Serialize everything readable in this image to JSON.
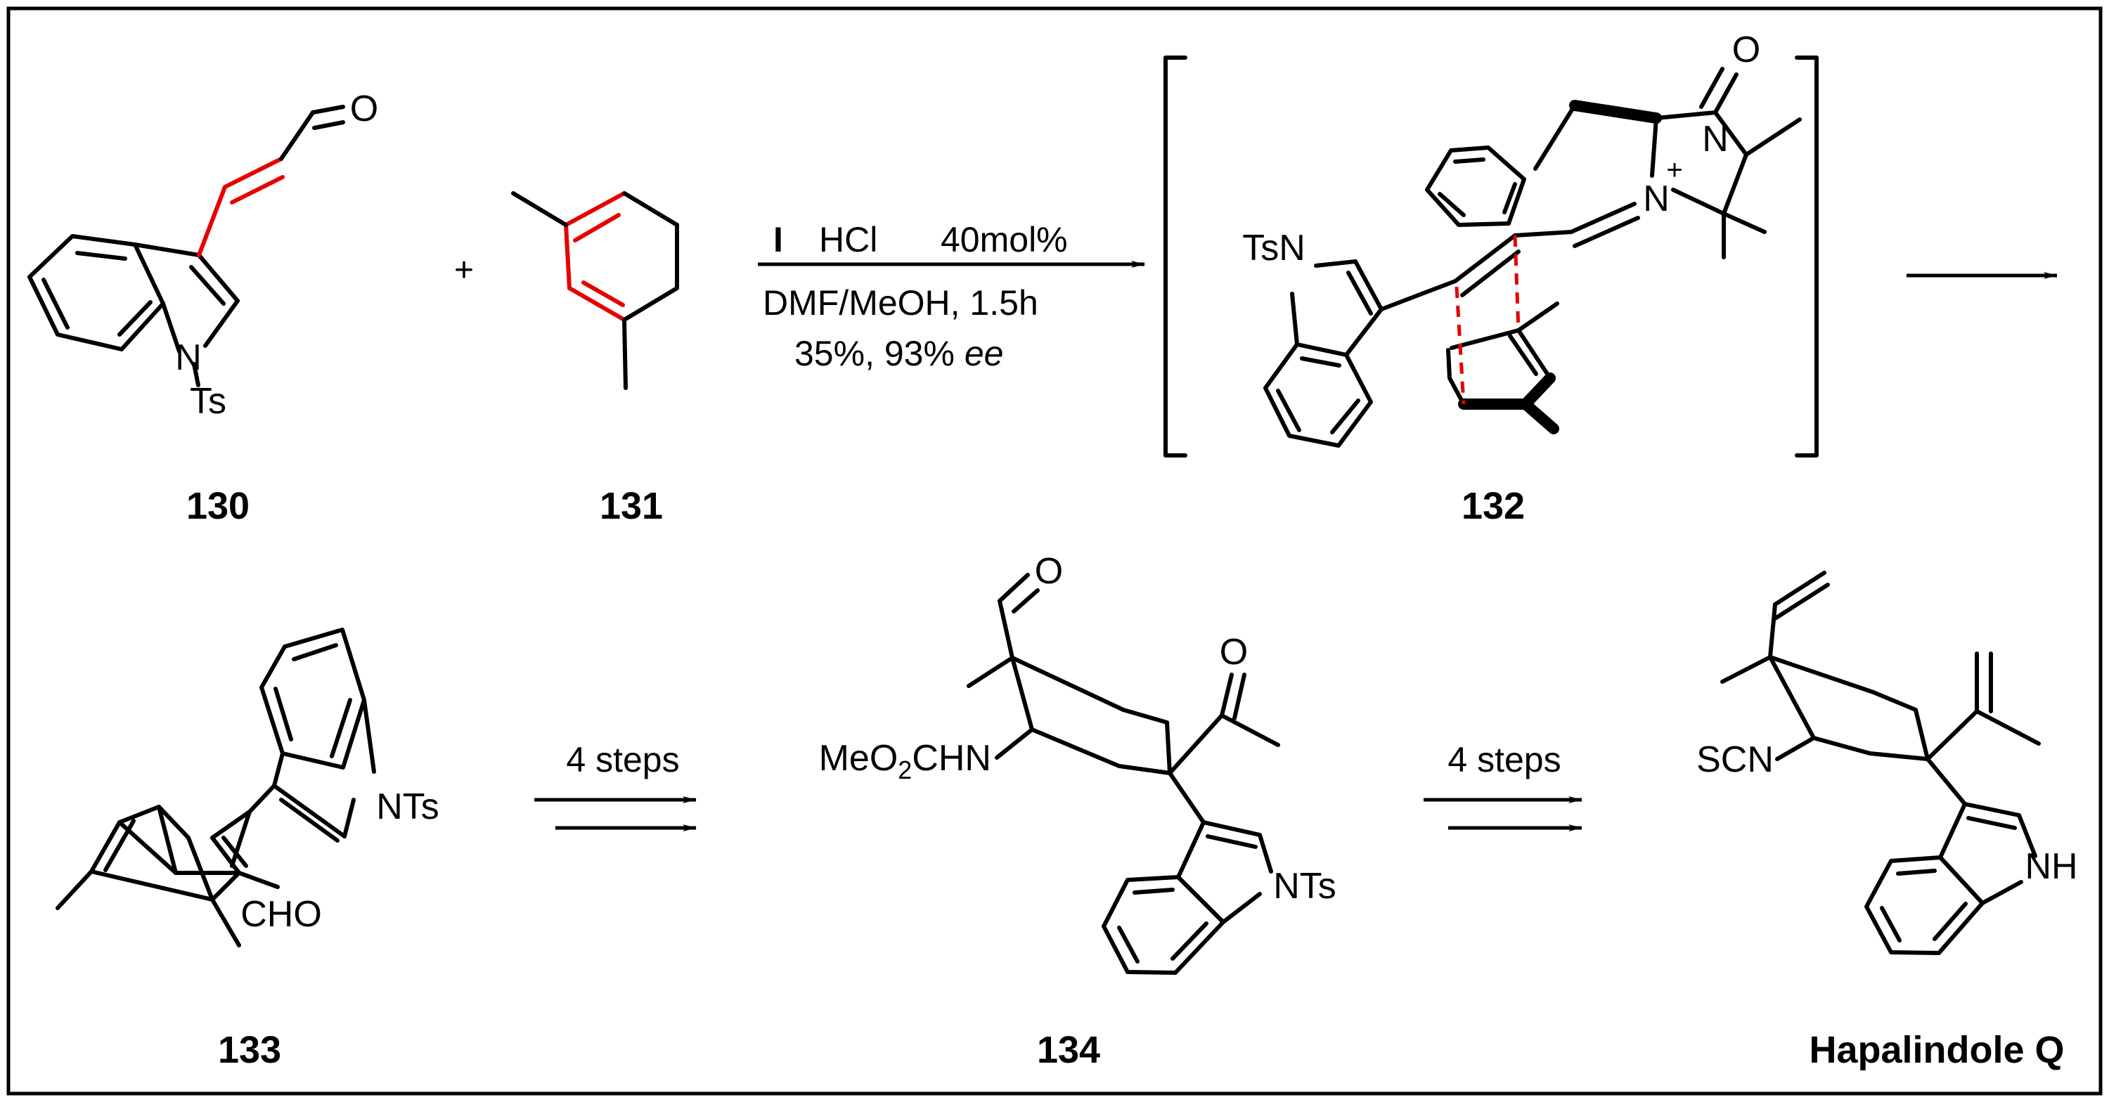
{
  "reaction": {
    "catalyst": "I",
    "acid": "HCl",
    "loading": "40mol%",
    "solvent_time": "DMF/MeOH, 1.5h",
    "yield_ee_prefix": "35%, 93% ",
    "ee": "ee"
  },
  "plus_sign": "+",
  "steps_1": "4 steps",
  "steps_2": "4 steps",
  "compounds": {
    "c130": {
      "label": "130",
      "atom_ts": "Ts",
      "atom_n": "N",
      "atom_o": "O"
    },
    "c131": {
      "label": "131"
    },
    "c132": {
      "label": "132",
      "tsn": "TsN",
      "n_plus": "N",
      "charge": "+",
      "n_methyl": "N",
      "carbonyl_o": "O"
    },
    "c133": {
      "label": "133",
      "nts": "NTs",
      "cho": "CHO"
    },
    "c134": {
      "label": "134",
      "nts": "NTs",
      "carbamate": "MeO",
      "carbamate_sub": "2",
      "carbamate_tail": "CHN",
      "ald_o": "O",
      "ketone_o": "O"
    },
    "hapalindole": {
      "label": "Hapalindole Q",
      "scn": "SCN",
      "nh": "NH"
    }
  },
  "colors": {
    "highlight": "#e60000",
    "ink": "#000000"
  }
}
